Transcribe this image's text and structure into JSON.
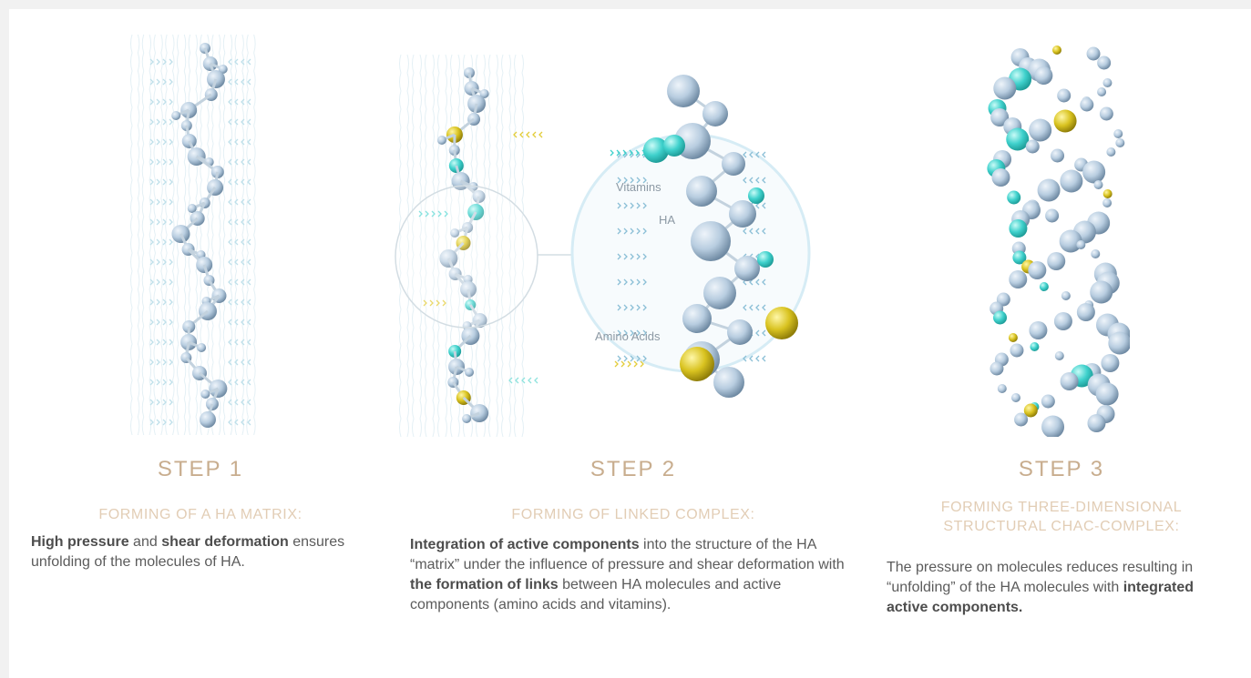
{
  "colors": {
    "title": "#c8ad8e",
    "subtitle": "#e2cdb5",
    "body": "#5b5b5b",
    "molecule_ha": "#b8cde0",
    "molecule_vitamin": "#3fd1cc",
    "molecule_amino": "#d9c320"
  },
  "steps": [
    {
      "title": "STEP 1",
      "subtitle_lines": [
        "FORMING OF A HA MATRIX:"
      ],
      "body": [
        {
          "bold": "High pressure"
        },
        {
          "text": " and "
        },
        {
          "bold": "shear deformation"
        },
        {
          "text": " ensures unfolding of the molecules of HA."
        }
      ]
    },
    {
      "title": "STEP 2",
      "subtitle_lines": [
        "FORMING OF LINKED COMPLEX:"
      ],
      "body": [
        {
          "bold": "Integration of active components"
        },
        {
          "text": " into the structure of the HA “matrix” under the influence of pressure and shear deformation with "
        },
        {
          "bold": "the formation of links"
        },
        {
          "text": " between HA molecules and active components (amino acids and vitamins)."
        }
      ]
    },
    {
      "title": "STEP 3",
      "subtitle_lines": [
        "FORMING THREE-DIMENSIONAL",
        "STRUCTURAL CHAC-COMPLEX:"
      ],
      "body": [
        {
          "text": "The pressure on molecules reduces resulting in “unfolding” of the HA molecules with "
        },
        {
          "bold": "integrated active components."
        }
      ]
    }
  ],
  "zoom_labels": {
    "vitamins": "Vitamins",
    "ha": "HA",
    "amino_acids": "Amino Acids"
  }
}
